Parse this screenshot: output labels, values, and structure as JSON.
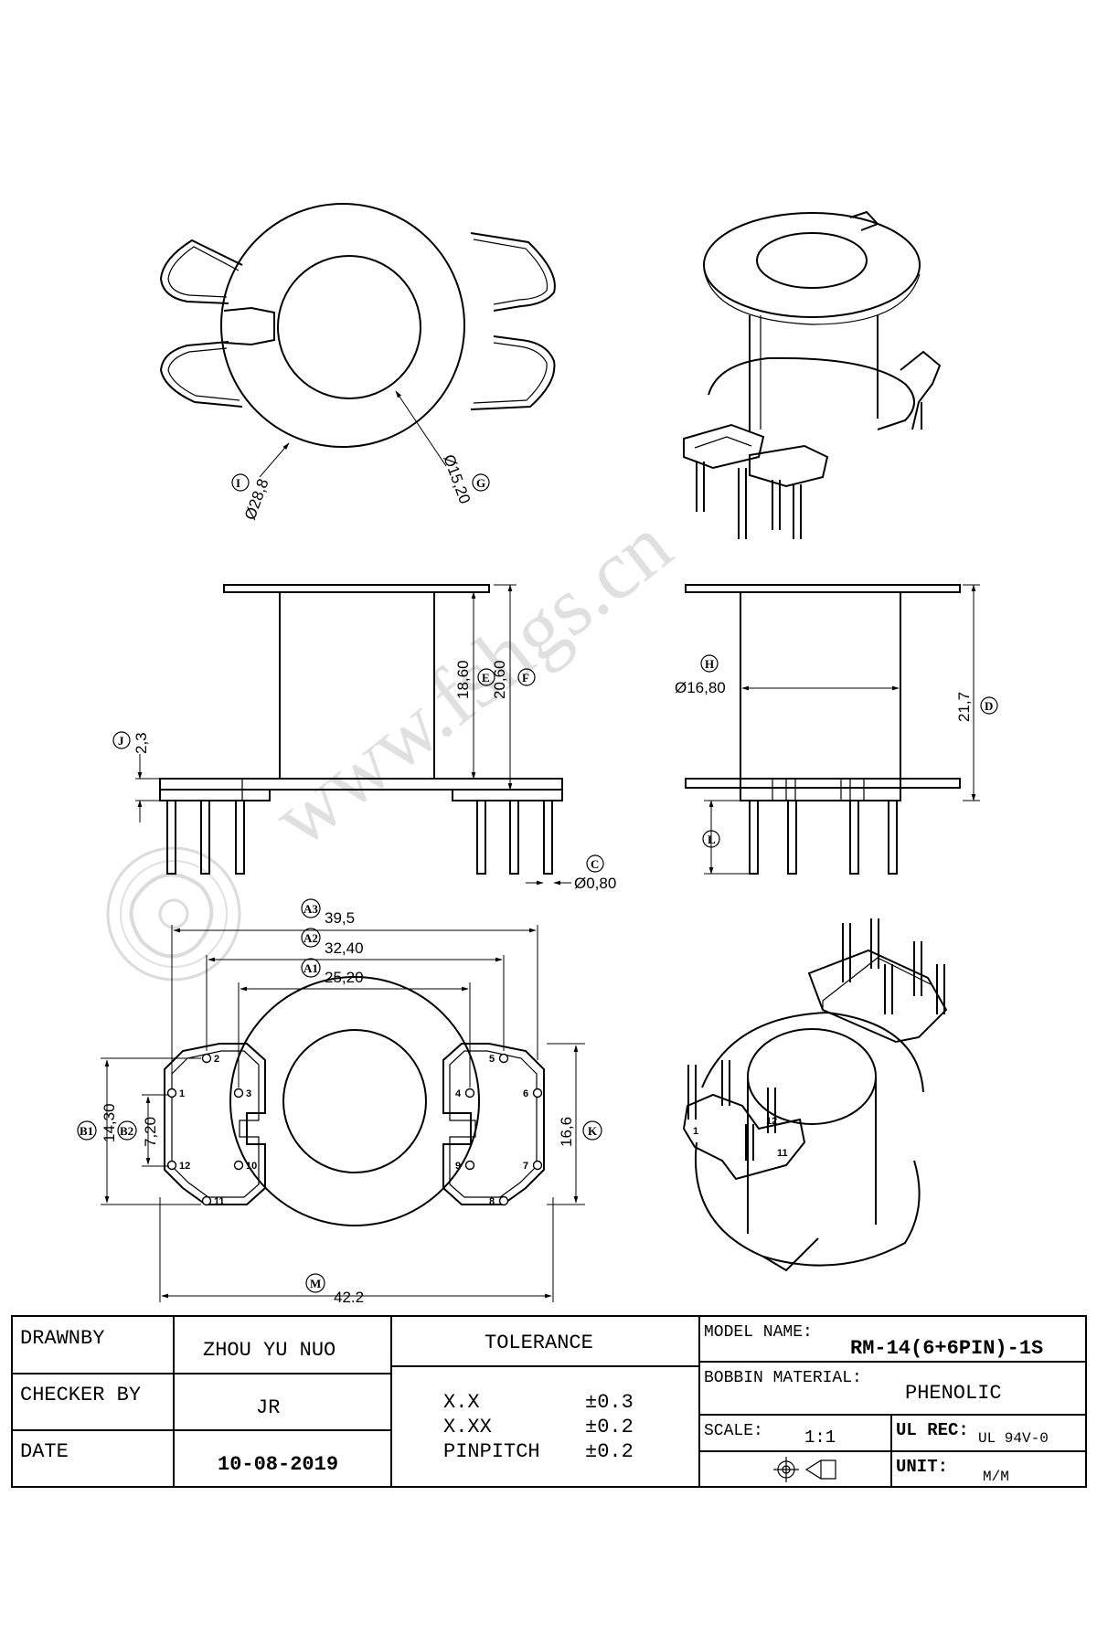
{
  "watermark": "www.fshgs.cn",
  "top_view": {
    "outer_dia": "Ø28,8",
    "inner_dia": "Ø15,20",
    "label_I": "I",
    "label_G": "G"
  },
  "side_view": {
    "e_val": "18,60",
    "f_val": "20,60",
    "j_val": "2,3",
    "c_val": "Ø0,80",
    "label_E": "E",
    "label_F": "F",
    "label_J": "J",
    "label_C": "C"
  },
  "front_view": {
    "h_val": "Ø16,80",
    "d_val": "21,7",
    "label_H": "H",
    "label_D": "D",
    "label_L": "L"
  },
  "bottom_view": {
    "a3_val": "39,5",
    "a2_val": "32,40",
    "a1_val": "25,20",
    "b1_val": "14,30",
    "b2_val": "7,20",
    "k_val": "16,6",
    "m_val": "42.2",
    "label_A3": "A3",
    "label_A2": "A2",
    "label_A1": "A1",
    "label_B1": "B1",
    "label_B2": "B2",
    "label_K": "K",
    "label_M": "M",
    "pins": [
      "1",
      "2",
      "3",
      "4",
      "5",
      "6",
      "7",
      "8",
      "9",
      "10",
      "11",
      "12"
    ]
  },
  "iso_pins": [
    "1",
    "12",
    "11"
  ],
  "title_block": {
    "drawn_by_label": "DRAWNBY",
    "drawn_by": "ZHOU YU NUO",
    "checker_label": "CHECKER BY",
    "checker": "JR",
    "date_label": "DATE",
    "date": "10-08-2019",
    "tolerance_label": "TOLERANCE",
    "tol_rows": [
      {
        "k": "X.X",
        "v": "±0.3"
      },
      {
        "k": "X.XX",
        "v": "±0.2"
      },
      {
        "k": "PINPITCH",
        "v": "±0.2"
      }
    ],
    "model_label": "MODEL NAME:",
    "model": "RM-14(6+6PIN)-1S",
    "material_label": "BOBBIN MATERIAL:",
    "material": "PHENOLIC",
    "scale_label": "SCALE:",
    "scale": "1:1",
    "ul_label": "UL REC:",
    "ul": "UL 94V-0",
    "unit_label": "UNIT:",
    "unit": "M/M"
  }
}
